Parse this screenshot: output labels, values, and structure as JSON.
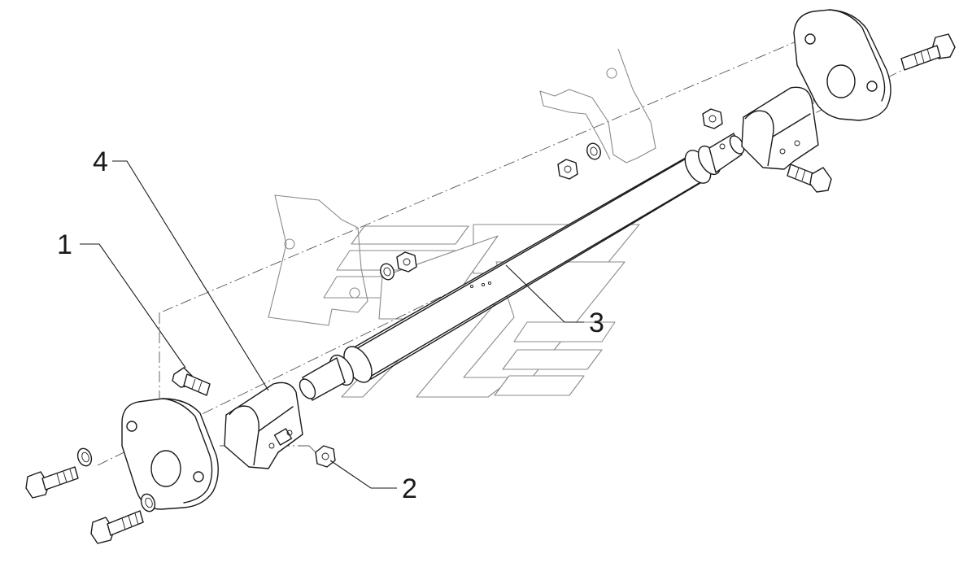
{
  "diagram": {
    "callouts": [
      {
        "id": "1",
        "label": "1"
      },
      {
        "id": "2",
        "label": "2"
      },
      {
        "id": "3",
        "label": "3"
      },
      {
        "id": "4",
        "label": "4"
      }
    ],
    "colors": {
      "ink": "#1a1a1a",
      "ghost": "#8a8a8a",
      "background": "#ffffff"
    }
  }
}
